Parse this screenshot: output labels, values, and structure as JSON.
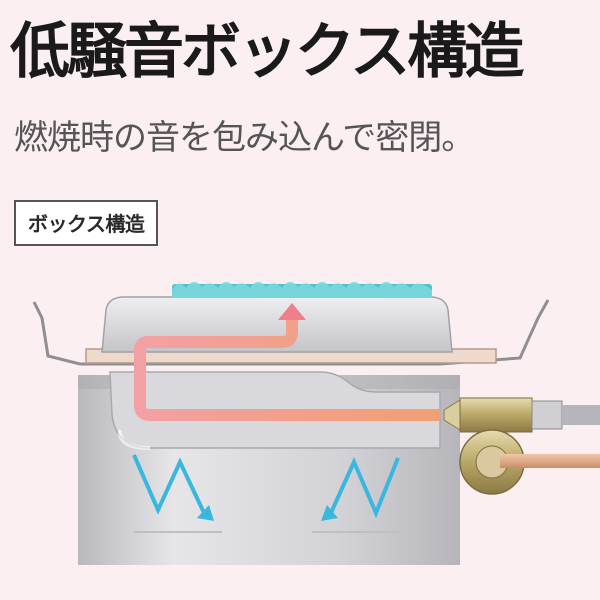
{
  "title": "低騒音ボックス構造",
  "subtitle": "燃焼時の音を包み込んで密閉。",
  "badge": "ボックス構造",
  "colors": {
    "background": "#fbeff1",
    "flow_arrow": "#f07f8a",
    "flame": "#4fc1c9",
    "sound_wave": "#39b7df",
    "burner_body": "#c8c8cc"
  },
  "icons": {
    "flow": "up-arrow-icon",
    "sound": "zigzag-sound-wave-icon"
  }
}
